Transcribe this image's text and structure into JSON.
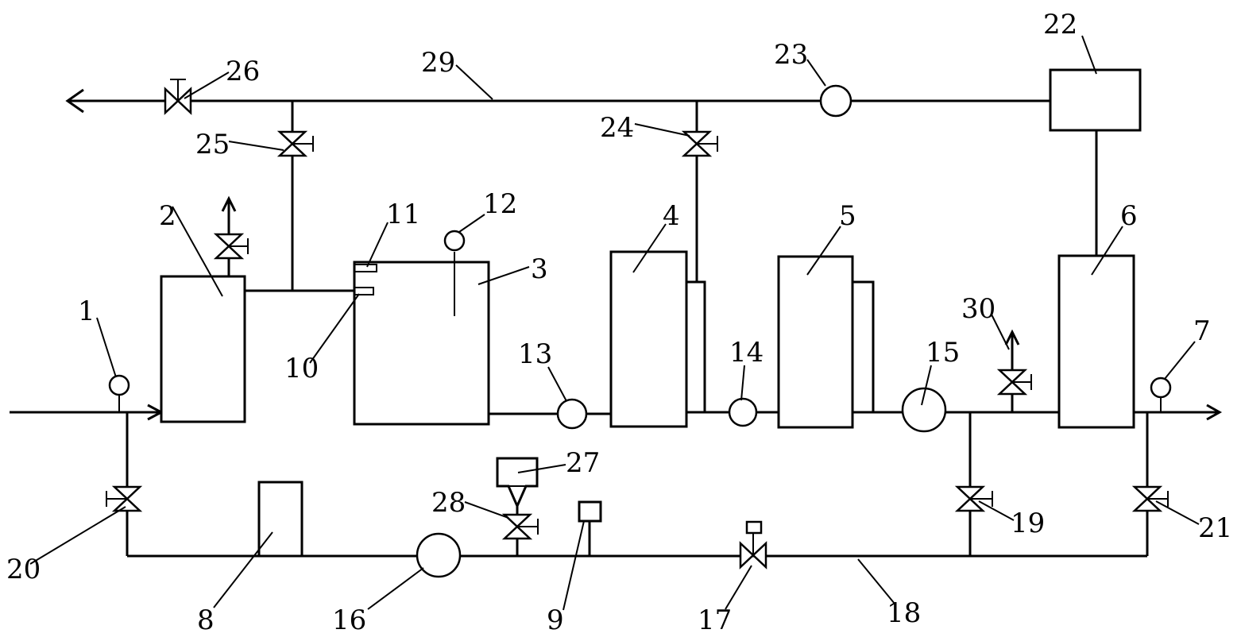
{
  "labels": {
    "l1": "1",
    "l2": "2",
    "l3": "3",
    "l4": "4",
    "l5": "5",
    "l6": "6",
    "l7": "7",
    "l8": "8",
    "l9": "9",
    "l10": "10",
    "l11": "11",
    "l12": "12",
    "l13": "13",
    "l14": "14",
    "l15": "15",
    "l16": "16",
    "l17": "17",
    "l18": "18",
    "l19": "19",
    "l20": "20",
    "l21": "21",
    "l22": "22",
    "l23": "23",
    "l24": "24",
    "l25": "25",
    "l26": "26",
    "l27": "27",
    "l28": "28",
    "l29": "29",
    "l30": "30"
  }
}
